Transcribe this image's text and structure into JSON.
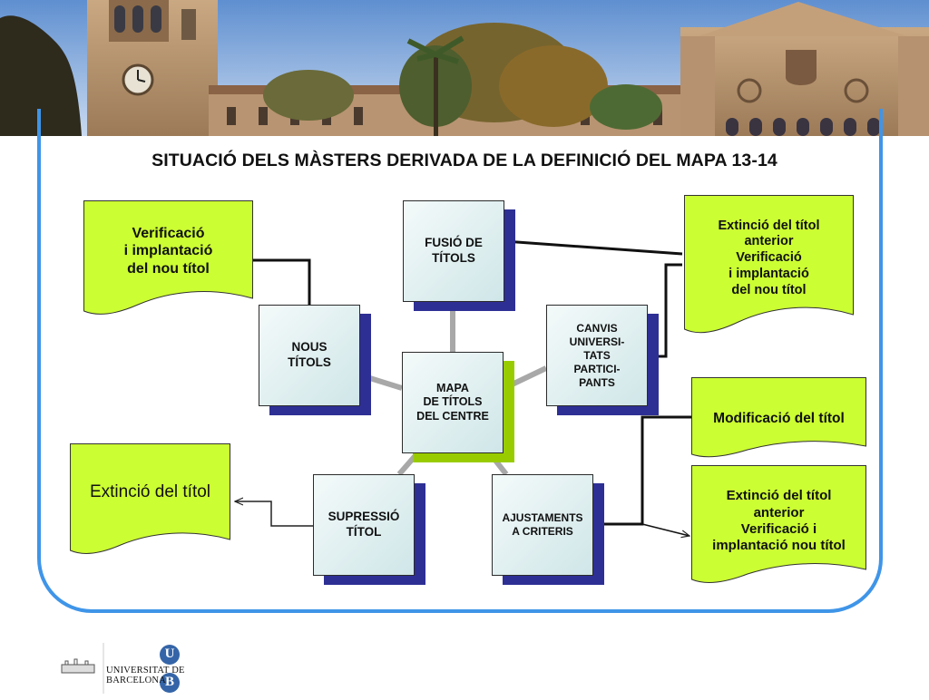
{
  "diagram": {
    "title": "SITUACIÓ DELS MÀSTERS DERIVADA DE LA DEFINICIÓ DEL MAPA 13-14",
    "nodes": {
      "center": "MAPA\nDE TÍTOLS\nDEL CENTRE",
      "fusio": "FUSIÓ DE\nTÍTOLS",
      "nous": "NOUS\nTÍTOLS",
      "canvis": "CANVIS\nUNIVERSI-\nTATS\nPARTICI-\nPANTS",
      "supressio": "SUPRESSIÓ\nTÍTOL",
      "ajustaments": "AJUSTAMENTS\nA CRITERIS"
    },
    "documents": {
      "verificacio": "Verificació\ni implantació\ndel nou títol",
      "extincio_verificacio": "Extinció del títol\nanterior\nVerificació\ni implantació\ndel nou títol",
      "modificacio": "Modificació del títol",
      "extincio_verificacio_2": "Extinció del títol\nanterior\nVerificació i\nimplantació nou títol",
      "extincio": "Extinció del títol"
    },
    "colors": {
      "document_fill": "#ccff33",
      "box_shadow": "#2e2f94",
      "center_shadow": "#99cc00",
      "spoke": "#a8a8a8",
      "frame": "#3f95e8"
    }
  },
  "footer": {
    "logo_name": "UNIVERSITAT DE BARCELONA",
    "logo_letters": [
      "U",
      "B"
    ]
  }
}
